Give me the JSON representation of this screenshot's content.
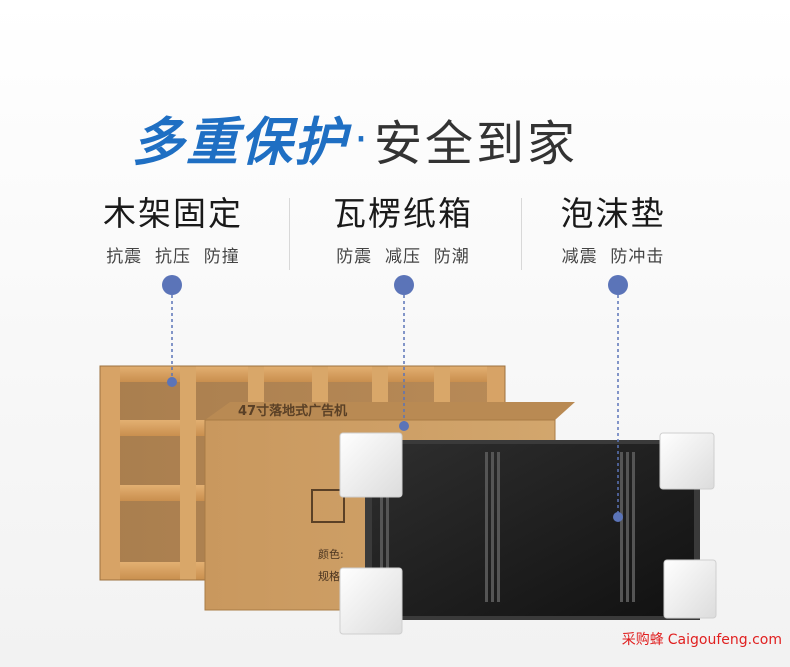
{
  "headline": {
    "bold_text": "多重保护",
    "dot": "·",
    "light_text": "安全到家",
    "color": "#1f6fc3"
  },
  "features": [
    {
      "title": "木架固定",
      "subtitle": "抗震  抗压  防撞"
    },
    {
      "title": "瓦楞纸箱",
      "subtitle": "防震  减压  防潮"
    },
    {
      "title": "泡沫垫",
      "subtitle": "减震  防冲击"
    }
  ],
  "box_print": {
    "top_label": "47寸落地式广告机",
    "color_label": "颜色:",
    "size_label": "规格:"
  },
  "watermark": {
    "cn": "采购蜂",
    "en": "Caigoufeng.com"
  },
  "colors": {
    "accent": "#5b74b8",
    "cardboard": "#c79a63",
    "wood": "#d9a568",
    "foam": "#eeeeee",
    "screen": "#1c1c1c"
  }
}
